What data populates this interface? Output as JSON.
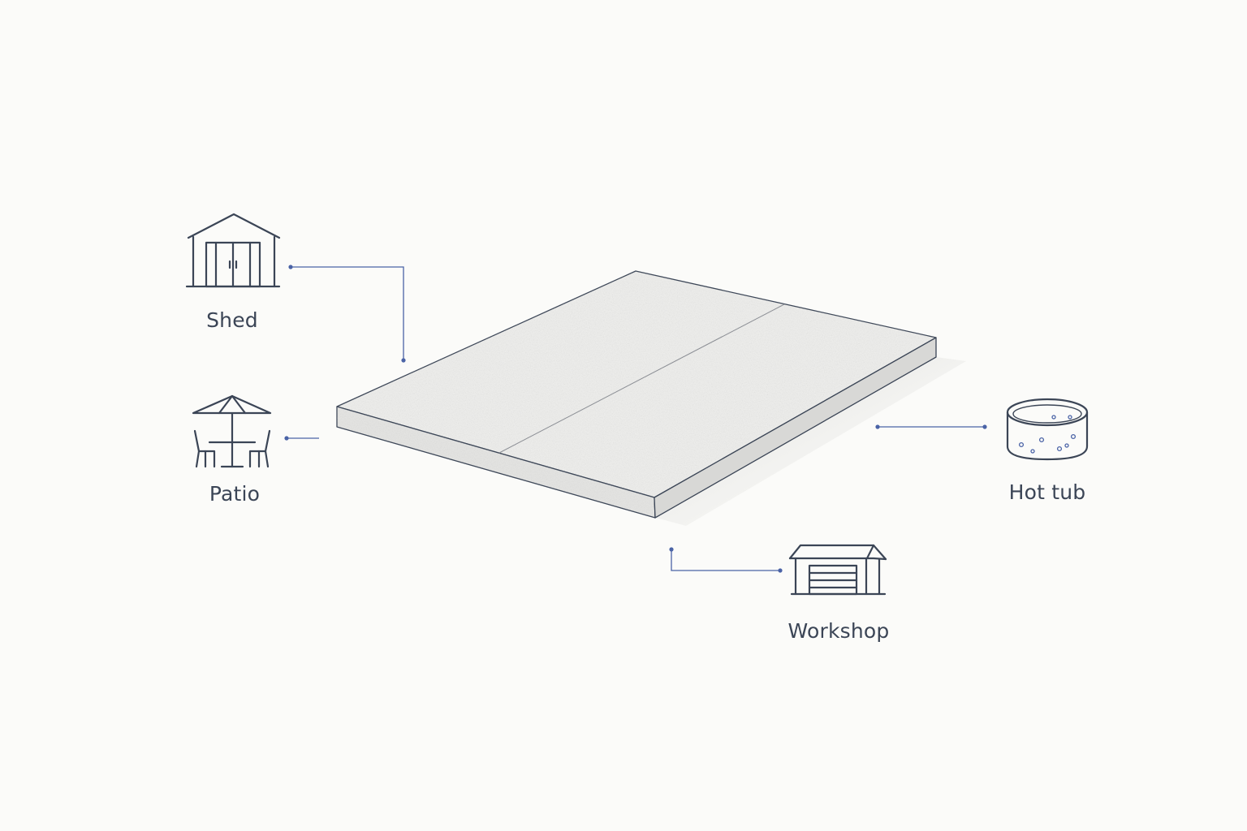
{
  "labels": {
    "shed": "Shed",
    "patio": "Patio",
    "hot_tub": "Hot tub",
    "workshop": "Workshop"
  },
  "icons": {
    "shed": "shed-icon",
    "patio": "patio-table-umbrella-icon",
    "hot_tub": "hot-tub-icon",
    "workshop": "workshop-garage-icon"
  },
  "colors": {
    "background": "#fbfbf9",
    "icon_stroke": "#3b4556",
    "leader_line": "#4a63a6",
    "slab_top": "#ececea",
    "slab_side": "#e2e2e0"
  }
}
